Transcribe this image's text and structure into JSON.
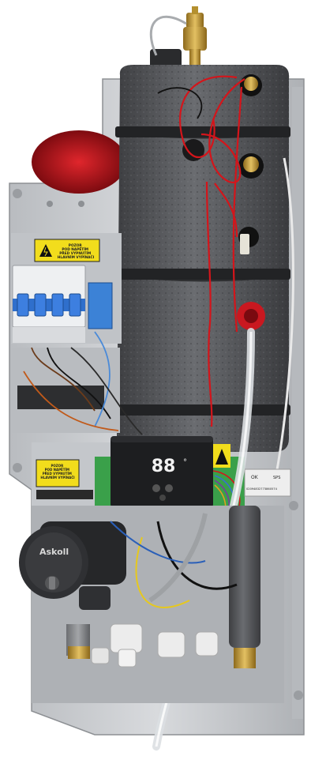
{
  "panel": {
    "warning_label_top": "POZOR\nPOD NAPĚTÍM\nPŘED VYPNUTÍM\nHLAVNÍM VYPÍNAČI",
    "warning_label_bottom": "POZOR\nPOD NAPĚTÍM\nPŘED VYPNUTÍM\nHLAVNÍM VYPÍNAČI"
  },
  "control_unit": {
    "display_value": "88",
    "unit_symbol": "°"
  },
  "pump": {
    "brand": "Askoll"
  },
  "sticker": {
    "ok_text": "OK",
    "code_text": "SPS",
    "serial": "02094832773860574"
  },
  "colors": {
    "chassis": "#c9ccd0",
    "insulation": "#55575a",
    "warning_yellow": "#f2dd1c",
    "control_unit": "#1d1e20",
    "expansion_vessel": "#b3151d",
    "wire_red": "#d4151b",
    "brass": "#c9a23c"
  }
}
